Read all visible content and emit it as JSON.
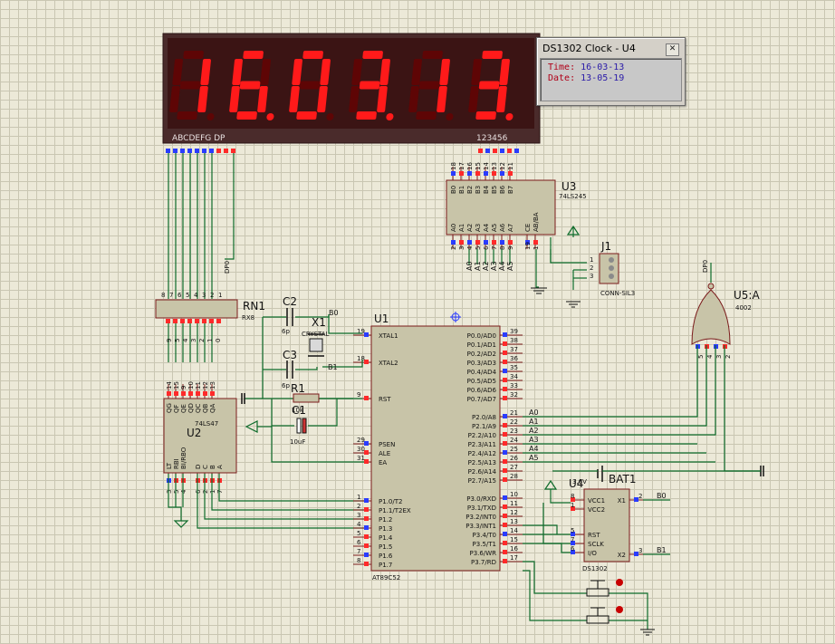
{
  "display": {
    "digits": [
      "1",
      "6",
      "0",
      "3",
      "1",
      "3"
    ],
    "lit_decimal_points": [
      2,
      4,
      6
    ],
    "segment_label": "ABCDEFG  DP",
    "digit_label": "123456",
    "on_color": "#ff1a1a",
    "off_color": "#5e0505"
  },
  "popup": {
    "title": "DS1302 Clock - U4",
    "time_label": "Time:",
    "time_value": "16-03-13",
    "date_label": "Date:",
    "date_value": "13-05-19"
  },
  "components": {
    "u1": {
      "ref": "U1",
      "part": "AT89C52"
    },
    "u2": {
      "ref": "U2",
      "part": "74LS47"
    },
    "u3": {
      "ref": "U3",
      "part": "74LS245"
    },
    "u4": {
      "ref": "U4",
      "part": "DS1302"
    },
    "u5": {
      "ref": "U5:A",
      "part": "4002"
    },
    "rn1": {
      "ref": "RN1",
      "part": "RX8"
    },
    "c1": {
      "ref": "C1",
      "value": "10uF"
    },
    "c2": {
      "ref": "C2",
      "value": "6p"
    },
    "c3": {
      "ref": "C3",
      "value": "6p"
    },
    "r1": {
      "ref": "R1",
      "value": "10k"
    },
    "x1": {
      "ref": "X1",
      "part": "CRYSTAL"
    },
    "j1": {
      "ref": "J1",
      "part": "CONN-SIL3"
    },
    "bat1": {
      "ref": "BAT1",
      "value": "3.6V"
    }
  },
  "u1_pins": {
    "left": [
      {
        "n": "19",
        "name": "XTAL1"
      },
      {
        "n": "18",
        "name": "XTAL2"
      },
      {
        "n": "9",
        "name": "RST"
      },
      {
        "n": "29",
        "name": "PSEN"
      },
      {
        "n": "30",
        "name": "ALE"
      },
      {
        "n": "31",
        "name": "EA"
      },
      {
        "n": "1",
        "name": "P1.0/T2"
      },
      {
        "n": "2",
        "name": "P1.1/T2EX"
      },
      {
        "n": "3",
        "name": "P1.2"
      },
      {
        "n": "4",
        "name": "P1.3"
      },
      {
        "n": "5",
        "name": "P1.4"
      },
      {
        "n": "6",
        "name": "P1.5"
      },
      {
        "n": "7",
        "name": "P1.6"
      },
      {
        "n": "8",
        "name": "P1.7"
      }
    ],
    "right": [
      {
        "n": "39",
        "name": "P0.0/AD0"
      },
      {
        "n": "38",
        "name": "P0.1/AD1"
      },
      {
        "n": "37",
        "name": "P0.2/AD2"
      },
      {
        "n": "36",
        "name": "P0.3/AD3"
      },
      {
        "n": "35",
        "name": "P0.4/AD4"
      },
      {
        "n": "34",
        "name": "P0.5/AD5"
      },
      {
        "n": "33",
        "name": "P0.6/AD6"
      },
      {
        "n": "32",
        "name": "P0.7/AD7"
      },
      {
        "n": "21",
        "name": "P2.0/A8"
      },
      {
        "n": "22",
        "name": "P2.1/A9"
      },
      {
        "n": "23",
        "name": "P2.2/A10"
      },
      {
        "n": "24",
        "name": "P2.3/A11"
      },
      {
        "n": "25",
        "name": "P2.4/A12"
      },
      {
        "n": "26",
        "name": "P2.5/A13"
      },
      {
        "n": "27",
        "name": "P2.6/A14"
      },
      {
        "n": "28",
        "name": "P2.7/A15"
      },
      {
        "n": "10",
        "name": "P3.0/RXD"
      },
      {
        "n": "11",
        "name": "P3.1/TXD"
      },
      {
        "n": "12",
        "name": "P3.2/INT0"
      },
      {
        "n": "13",
        "name": "P3.3/INT1"
      },
      {
        "n": "14",
        "name": "P3.4/T0"
      },
      {
        "n": "15",
        "name": "P3.5/T1"
      },
      {
        "n": "16",
        "name": "P3.6/WR"
      },
      {
        "n": "17",
        "name": "P3.7/RD"
      }
    ]
  },
  "u2_pins": {
    "top": [
      "QG",
      "QF",
      "QE",
      "QD",
      "QC",
      "QB",
      "QA"
    ],
    "top_nums": [
      "14",
      "15",
      "9",
      "10",
      "11",
      "12",
      "13"
    ],
    "bottom": [
      "LT",
      "RBI",
      "BI/RBO",
      "D",
      "C",
      "B",
      "A"
    ],
    "bottom_nums": [
      "3",
      "5",
      "4",
      "6",
      "2",
      "1",
      "7"
    ]
  },
  "u3_pins": {
    "b": [
      "B0",
      "B1",
      "B2",
      "B3",
      "B4",
      "B5",
      "B6",
      "B7"
    ],
    "b_nums": [
      "18",
      "17",
      "16",
      "15",
      "14",
      "13",
      "12",
      "11"
    ],
    "a": [
      "A0",
      "A1",
      "A2",
      "A3",
      "A4",
      "A5",
      "A6",
      "A7",
      "CE",
      "AB/BA"
    ],
    "a_nums": [
      "2",
      "3",
      "4",
      "5",
      "6",
      "7",
      "8",
      "9",
      "19",
      "1"
    ],
    "net_labels": [
      "A0",
      "A1",
      "A2",
      "A3",
      "A4",
      "A5"
    ]
  },
  "u4_pins": {
    "left": [
      {
        "n": "8",
        "name": "VCC1"
      },
      {
        "n": "1",
        "name": "VCC2"
      },
      {
        "n": "5",
        "name": "RST"
      },
      {
        "n": "7",
        "name": "SCLK"
      },
      {
        "n": "6",
        "name": "I/O"
      }
    ],
    "right": [
      {
        "n": "2",
        "name": "X1"
      },
      {
        "n": "3",
        "name": "X2"
      }
    ]
  },
  "rn1_top_nums": [
    "8",
    "7",
    "6",
    "5",
    "4",
    "3",
    "2",
    "1"
  ],
  "rn1_bottom_nums": [
    "9",
    "5",
    "4",
    "3",
    "2",
    "1",
    "0"
  ],
  "u5_pins": [
    "5",
    "4",
    "3",
    "2"
  ],
  "u5_top_net": "DP0",
  "rn_dp_net": "DP0",
  "net_labels": {
    "b0": "B0",
    "b1": "B1",
    "p2_nets": [
      "A0",
      "A1",
      "A2",
      "A3",
      "A4",
      "A5"
    ],
    "ds_b0": "B0",
    "ds_b1": "B1"
  },
  "j1_pins": [
    "1",
    "2",
    "3"
  ]
}
